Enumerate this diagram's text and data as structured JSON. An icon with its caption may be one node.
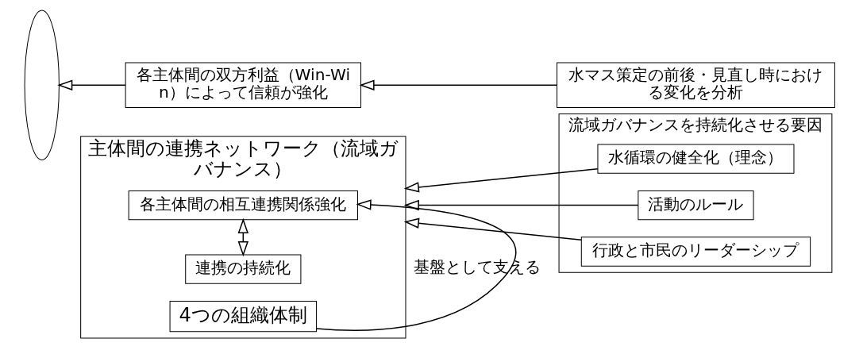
{
  "diagram": {
    "nodes": [
      {
        "text": [
          "主体間の連携ネットワーク（流域ガバナンス）"
        ]
      },
      {
        "text": [
          "連携の持続化"
        ],
        "in": 0
      },
      {
        "text": [
          "各主体間の相互連携関係強化"
        ],
        "in": 0
      },
      {
        "text": [
          "4つの組織体制"
        ],
        "in": 0
      },
      {
        "text": [],
        "shape": "ellipse"
      },
      {
        "text": [
          "各主体間の双方利益（Win-Win）によって信頼が強化"
        ]
      },
      {
        "text": [
          "水マス策定の前後・見直し時における変化を分析"
        ]
      },
      {
        "text": [
          "流域ガバナンスを持続化させる要因"
        ]
      },
      {
        "text": [
          "水循環の健全化（理念）"
        ],
        "in": 7
      },
      {
        "text": [
          "活動のルール"
        ],
        "in": 7
      },
      {
        "text": [
          "行政と市民のリーダーシップ"
        ],
        "in": 7
      }
    ],
    "edges": [
      {
        "from": 1,
        "to": 2,
        "arrow": "both"
      },
      {
        "from": 3,
        "to": 2,
        "arrow": "to",
        "label": "基盤として支える"
      },
      {
        "from": 6,
        "to": 5,
        "arrow": "to"
      },
      {
        "from": 5,
        "to": 4,
        "arrow": "to"
      },
      {
        "from": 8,
        "to": 0,
        "arrow": "to"
      },
      {
        "from": 9,
        "to": 0,
        "arrow": "to"
      },
      {
        "from": 10,
        "to": 0,
        "arrow": "to"
      }
    ]
  }
}
